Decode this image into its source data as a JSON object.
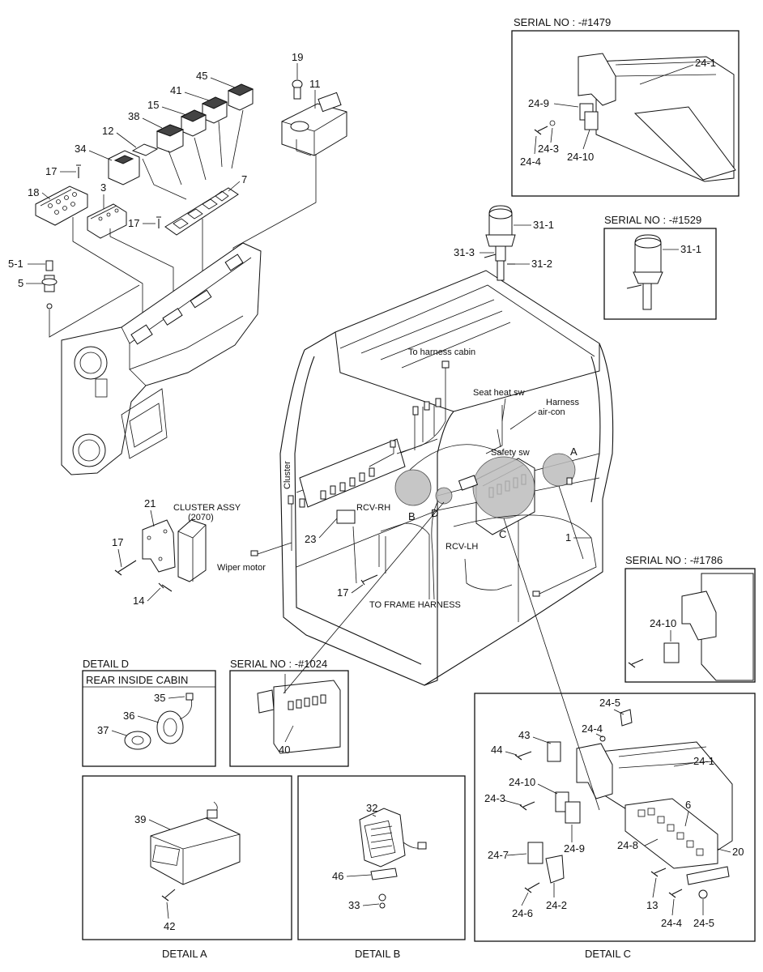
{
  "callouts": {
    "n19": "19",
    "n11": "11",
    "n45": "45",
    "n41": "41",
    "n15": "15",
    "n38": "38",
    "n12": "12",
    "n34": "34",
    "n17a": "17",
    "n7": "7",
    "n18": "18",
    "n3": "3",
    "n17b": "17",
    "n51": "5-1",
    "n5": "5",
    "n21": "21",
    "n17c": "17",
    "n14": "14",
    "n23": "23",
    "n17d": "17",
    "n1": "1",
    "n311": "31-1",
    "n313": "31-3",
    "n312": "31-2",
    "nA": "A",
    "nB": "B",
    "nC": "C",
    "nD": "D"
  },
  "labels": {
    "to_harness_cabin": "To harness cabin",
    "seat_heat_sw": "Seat heat sw",
    "harness_aircon_1": "Harness",
    "harness_aircon_2": "air-con",
    "safety_sw": "Safety sw",
    "cluster": "Cluster",
    "rcv_rh": "RCV-RH",
    "rcv_lh": "RCV-LH",
    "wiper_motor": "Wiper motor",
    "to_frame_harness": "TO FRAME HARNESS",
    "cluster_assy_1": "CLUSTER ASSY",
    "cluster_assy_2": "(2070)"
  },
  "serial_1479": {
    "title": "SERIAL NO : -#1479",
    "n241": "24-1",
    "n249": "24-9",
    "n243": "24-3",
    "n244": "24-4",
    "n2410": "24-10"
  },
  "serial_1529": {
    "title": "SERIAL NO : -#1529",
    "n311": "31-1"
  },
  "serial_1786": {
    "title": "SERIAL NO : -#1786",
    "n2410": "24-10"
  },
  "serial_1024": {
    "title": "SERIAL NO : -#1024",
    "n40": "40"
  },
  "detail_d": {
    "title": "DETAIL D",
    "subtitle": "REAR INSIDE CABIN",
    "n35": "35",
    "n36": "36",
    "n37": "37"
  },
  "detail_a": {
    "title": "DETAIL A",
    "n39": "39",
    "n42": "42"
  },
  "detail_b": {
    "title": "DETAIL B",
    "n32": "32",
    "n46": "46",
    "n33": "33"
  },
  "detail_c": {
    "title": "DETAIL C",
    "n245a": "24-5",
    "n244a": "24-4",
    "n43": "43",
    "n44": "44",
    "n241": "24-1",
    "n2410": "24-10",
    "n243": "24-3",
    "n6": "6",
    "n249": "24-9",
    "n248": "24-8",
    "n20": "20",
    "n247": "24-7",
    "n13": "13",
    "n246": "24-6",
    "n242": "24-2",
    "n244b": "24-4",
    "n245b": "24-5"
  }
}
